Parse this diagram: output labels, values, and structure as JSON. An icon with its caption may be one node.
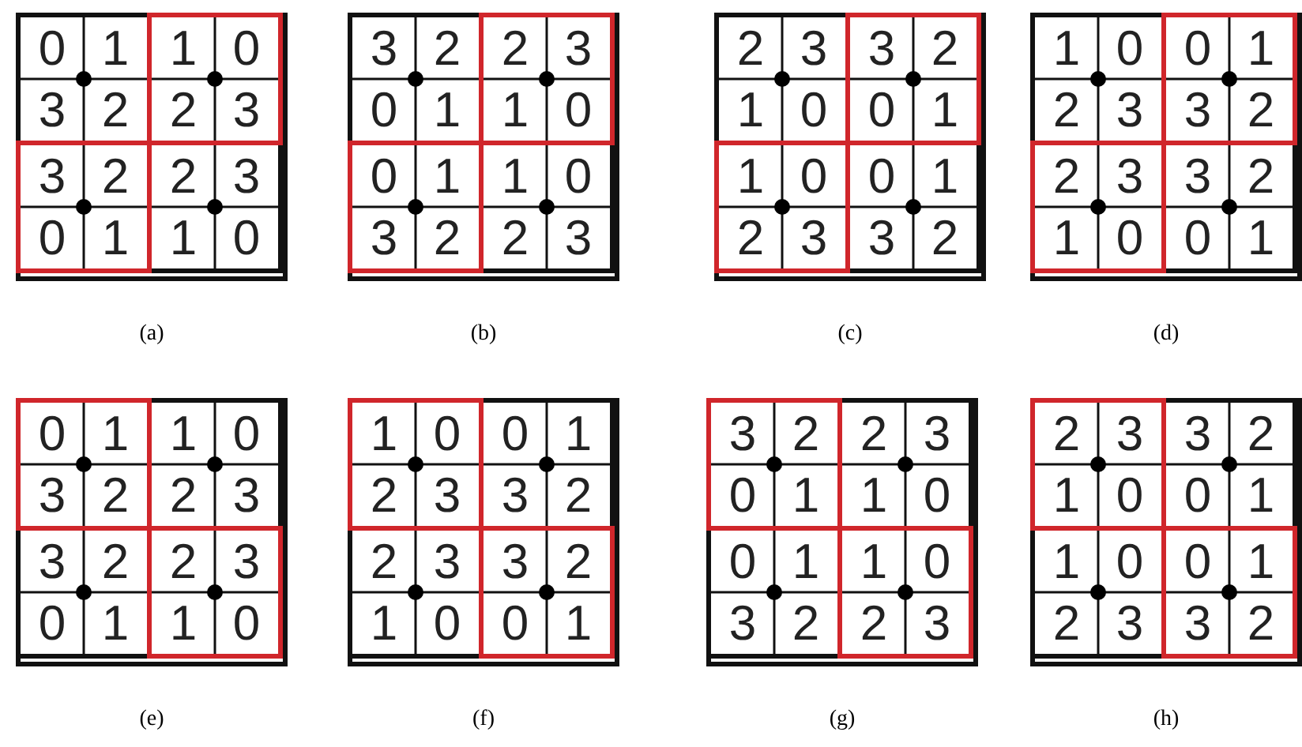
{
  "diagram": {
    "nodes": [
      {
        "text": [
          "(a)"
        ]
      },
      {
        "text": [
          "0",
          "1",
          "3",
          "2"
        ],
        "in": 0
      },
      {
        "text": [
          "1",
          "0",
          "2",
          "3"
        ],
        "in": 0
      },
      {
        "text": [
          "3",
          "2",
          "0",
          "1"
        ],
        "in": 0
      },
      {
        "text": [
          "2",
          "3",
          "1",
          "0"
        ],
        "in": 0
      },
      {
        "text": [
          "(b)"
        ]
      },
      {
        "text": [
          "3",
          "2",
          "0",
          "1"
        ],
        "in": 5
      },
      {
        "text": [
          "2",
          "3",
          "1",
          "0"
        ],
        "in": 5
      },
      {
        "text": [
          "0",
          "1",
          "3",
          "2"
        ],
        "in": 5
      },
      {
        "text": [
          "1",
          "0",
          "2",
          "3"
        ],
        "in": 5
      },
      {
        "text": [
          "(c)"
        ]
      },
      {
        "text": [
          "2",
          "3",
          "1",
          "0"
        ],
        "in": 10
      },
      {
        "text": [
          "3",
          "2",
          "0",
          "1"
        ],
        "in": 10
      },
      {
        "text": [
          "1",
          "0",
          "2",
          "3"
        ],
        "in": 10
      },
      {
        "text": [
          "0",
          "1",
          "3",
          "2"
        ],
        "in": 10
      },
      {
        "text": [
          "(d)"
        ]
      },
      {
        "text": [
          "1",
          "0",
          "2",
          "3"
        ],
        "in": 15
      },
      {
        "text": [
          "0",
          "1",
          "3",
          "2"
        ],
        "in": 15
      },
      {
        "text": [
          "2",
          "3",
          "1",
          "0"
        ],
        "in": 15
      },
      {
        "text": [
          "3",
          "2",
          "0",
          "1"
        ],
        "in": 15
      },
      {
        "text": [
          "(e)"
        ]
      },
      {
        "text": [
          "0",
          "1",
          "3",
          "2"
        ],
        "in": 20
      },
      {
        "text": [
          "1",
          "0",
          "2",
          "3"
        ],
        "in": 20
      },
      {
        "text": [
          "3",
          "2",
          "0",
          "1"
        ],
        "in": 20
      },
      {
        "text": [
          "2",
          "3",
          "1",
          "0"
        ],
        "in": 20
      },
      {
        "text": [
          "(f)"
        ]
      },
      {
        "text": [
          "1",
          "0",
          "2",
          "3"
        ],
        "in": 25
      },
      {
        "text": [
          "0",
          "1",
          "3",
          "2"
        ],
        "in": 25
      },
      {
        "text": [
          "2",
          "3",
          "1",
          "0"
        ],
        "in": 25
      },
      {
        "text": [
          "3",
          "2",
          "0",
          "1"
        ],
        "in": 25
      },
      {
        "text": [
          "(g)"
        ]
      },
      {
        "text": [
          "3",
          "2",
          "0",
          "1"
        ],
        "in": 30
      },
      {
        "text": [
          "2",
          "3",
          "1",
          "0"
        ],
        "in": 30
      },
      {
        "text": [
          "0",
          "1",
          "3",
          "2"
        ],
        "in": 30
      },
      {
        "text": [
          "1",
          "0",
          "2",
          "3"
        ],
        "in": 30
      },
      {
        "text": [
          "(h)"
        ]
      },
      {
        "text": [
          "2",
          "3",
          "1",
          "0"
        ],
        "in": 35
      },
      {
        "text": [
          "3",
          "2",
          "0",
          "1"
        ],
        "in": 35
      },
      {
        "text": [
          "1",
          "0",
          "2",
          "3"
        ],
        "in": 35
      },
      {
        "text": [
          "0",
          "1",
          "3",
          "2"
        ],
        "in": 35
      }
    ]
  }
}
